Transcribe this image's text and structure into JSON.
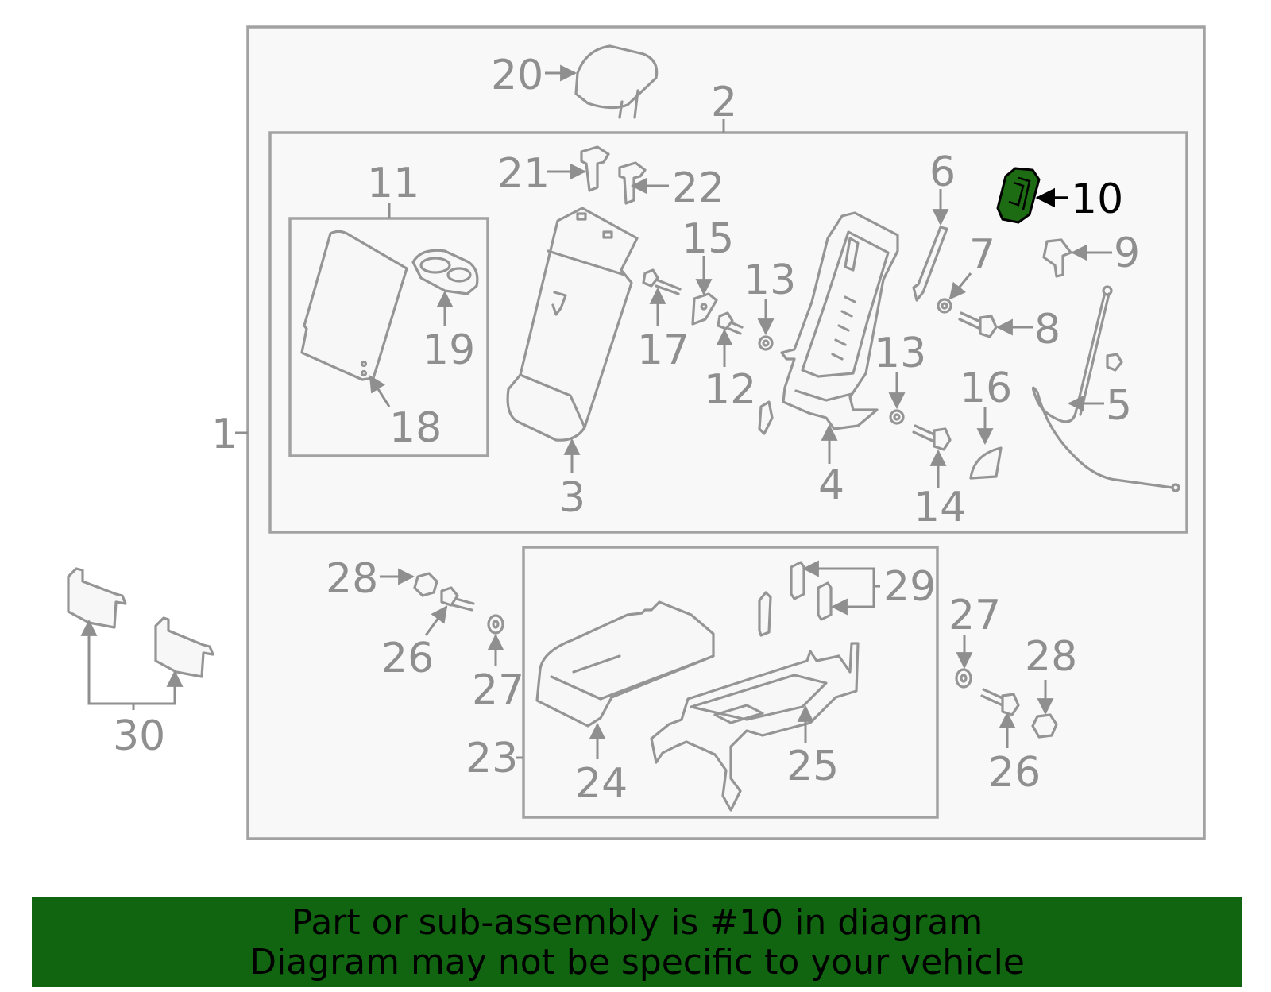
{
  "diagram": {
    "highlight_color": "#1d6b12",
    "footer_color": "#116511",
    "highlighted_part": "10",
    "labels": {
      "l1": "1",
      "l2": "2",
      "l3": "3",
      "l4": "4",
      "l5": "5",
      "l6": "6",
      "l7": "7",
      "l8": "8",
      "l9": "9",
      "l10": "10",
      "l11": "11",
      "l12": "12",
      "l13a": "13",
      "l13b": "13",
      "l14": "14",
      "l15": "15",
      "l16": "16",
      "l17": "17",
      "l18": "18",
      "l19": "19",
      "l20": "20",
      "l21": "21",
      "l22": "22",
      "l23": "23",
      "l24": "24",
      "l25": "25",
      "l26a": "26",
      "l26b": "26",
      "l27a": "27",
      "l27b": "27",
      "l28a": "28",
      "l28b": "28",
      "l29": "29",
      "l30": "30"
    }
  },
  "footer": {
    "line1": "Part or sub-assembly is #10 in diagram",
    "line2": "Diagram may not be specific to your vehicle"
  }
}
